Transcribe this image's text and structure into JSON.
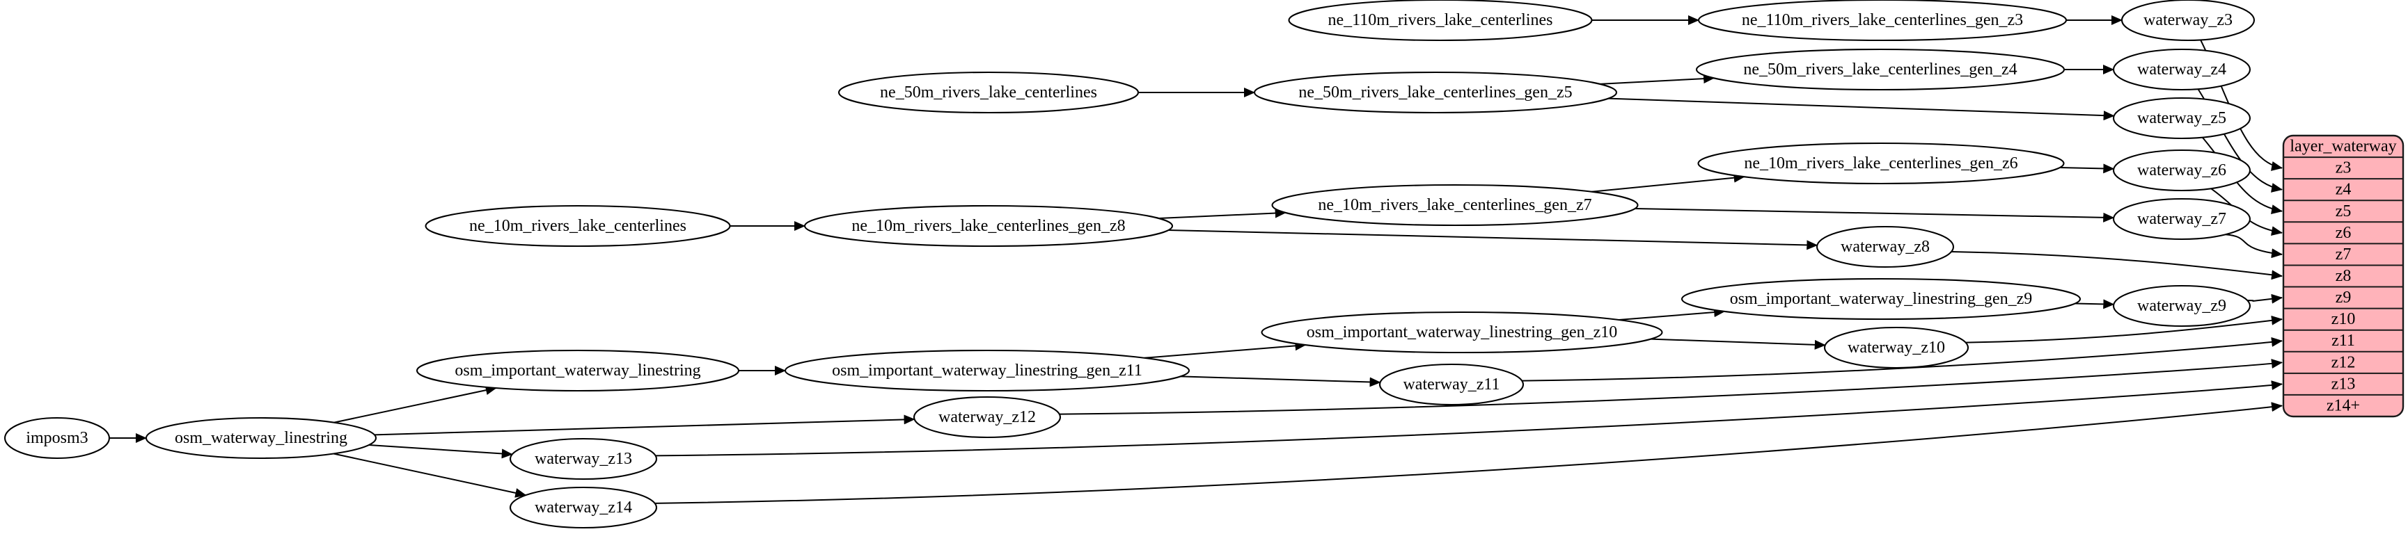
{
  "diagram": {
    "type": "etl-dependency-graph",
    "background": "#ffffff",
    "node_style": {
      "fill": "#ffffff",
      "stroke": "#000000"
    },
    "record": {
      "title": "layer_waterway",
      "rows": [
        "z3",
        "z4",
        "z5",
        "z6",
        "z7",
        "z8",
        "z9",
        "z10",
        "z11",
        "z12",
        "z13",
        "z14+"
      ],
      "fill": "#ffb3ba",
      "stroke": "#1a1a1a"
    },
    "nodes": [
      {
        "id": "imposm3",
        "label": "imposm3"
      },
      {
        "id": "osm_waterway_linestring",
        "label": "osm_waterway_linestring"
      },
      {
        "id": "osm_important_waterway_linestring",
        "label": "osm_important_waterway_linestring"
      },
      {
        "id": "osm_important_waterway_linestring_gen_z11",
        "label": "osm_important_waterway_linestring_gen_z11"
      },
      {
        "id": "osm_important_waterway_linestring_gen_z10",
        "label": "osm_important_waterway_linestring_gen_z10"
      },
      {
        "id": "osm_important_waterway_linestring_gen_z9",
        "label": "osm_important_waterway_linestring_gen_z9"
      },
      {
        "id": "waterway_z9",
        "label": "waterway_z9"
      },
      {
        "id": "waterway_z10",
        "label": "waterway_z10"
      },
      {
        "id": "waterway_z11",
        "label": "waterway_z11"
      },
      {
        "id": "waterway_z12",
        "label": "waterway_z12"
      },
      {
        "id": "waterway_z13",
        "label": "waterway_z13"
      },
      {
        "id": "waterway_z14",
        "label": "waterway_z14"
      },
      {
        "id": "ne_10m_rivers_lake_centerlines",
        "label": "ne_10m_rivers_lake_centerlines"
      },
      {
        "id": "ne_10m_rivers_lake_centerlines_gen_z8",
        "label": "ne_10m_rivers_lake_centerlines_gen_z8"
      },
      {
        "id": "ne_10m_rivers_lake_centerlines_gen_z7",
        "label": "ne_10m_rivers_lake_centerlines_gen_z7"
      },
      {
        "id": "ne_10m_rivers_lake_centerlines_gen_z6",
        "label": "ne_10m_rivers_lake_centerlines_gen_z6"
      },
      {
        "id": "waterway_z6",
        "label": "waterway_z6"
      },
      {
        "id": "waterway_z7",
        "label": "waterway_z7"
      },
      {
        "id": "waterway_z8",
        "label": "waterway_z8"
      },
      {
        "id": "ne_50m_rivers_lake_centerlines",
        "label": "ne_50m_rivers_lake_centerlines"
      },
      {
        "id": "ne_50m_rivers_lake_centerlines_gen_z5",
        "label": "ne_50m_rivers_lake_centerlines_gen_z5"
      },
      {
        "id": "ne_50m_rivers_lake_centerlines_gen_z4",
        "label": "ne_50m_rivers_lake_centerlines_gen_z4"
      },
      {
        "id": "waterway_z4",
        "label": "waterway_z4"
      },
      {
        "id": "waterway_z5",
        "label": "waterway_z5"
      },
      {
        "id": "ne_110m_rivers_lake_centerlines",
        "label": "ne_110m_rivers_lake_centerlines"
      },
      {
        "id": "ne_110m_rivers_lake_centerlines_gen_z3",
        "label": "ne_110m_rivers_lake_centerlines_gen_z3"
      },
      {
        "id": "waterway_z3",
        "label": "waterway_z3"
      }
    ],
    "edges": [
      {
        "from": "ne_110m_rivers_lake_centerlines",
        "to": "ne_110m_rivers_lake_centerlines_gen_z3"
      },
      {
        "from": "ne_110m_rivers_lake_centerlines_gen_z3",
        "to": "waterway_z3"
      },
      {
        "from": "waterway_z3",
        "to": "layer_waterway.z3"
      },
      {
        "from": "ne_50m_rivers_lake_centerlines",
        "to": "ne_50m_rivers_lake_centerlines_gen_z5"
      },
      {
        "from": "ne_50m_rivers_lake_centerlines_gen_z5",
        "to": "ne_50m_rivers_lake_centerlines_gen_z4"
      },
      {
        "from": "ne_50m_rivers_lake_centerlines_gen_z4",
        "to": "waterway_z4"
      },
      {
        "from": "ne_50m_rivers_lake_centerlines_gen_z5",
        "to": "waterway_z5"
      },
      {
        "from": "waterway_z4",
        "to": "layer_waterway.z4"
      },
      {
        "from": "waterway_z5",
        "to": "layer_waterway.z5"
      },
      {
        "from": "ne_10m_rivers_lake_centerlines",
        "to": "ne_10m_rivers_lake_centerlines_gen_z8"
      },
      {
        "from": "ne_10m_rivers_lake_centerlines_gen_z8",
        "to": "ne_10m_rivers_lake_centerlines_gen_z7"
      },
      {
        "from": "ne_10m_rivers_lake_centerlines_gen_z7",
        "to": "ne_10m_rivers_lake_centerlines_gen_z6"
      },
      {
        "from": "ne_10m_rivers_lake_centerlines_gen_z6",
        "to": "waterway_z6"
      },
      {
        "from": "ne_10m_rivers_lake_centerlines_gen_z7",
        "to": "waterway_z7"
      },
      {
        "from": "ne_10m_rivers_lake_centerlines_gen_z8",
        "to": "waterway_z8"
      },
      {
        "from": "waterway_z6",
        "to": "layer_waterway.z6"
      },
      {
        "from": "waterway_z7",
        "to": "layer_waterway.z7"
      },
      {
        "from": "waterway_z8",
        "to": "layer_waterway.z8"
      },
      {
        "from": "imposm3",
        "to": "osm_waterway_linestring"
      },
      {
        "from": "osm_waterway_linestring",
        "to": "osm_important_waterway_linestring"
      },
      {
        "from": "osm_important_waterway_linestring",
        "to": "osm_important_waterway_linestring_gen_z11"
      },
      {
        "from": "osm_important_waterway_linestring_gen_z11",
        "to": "osm_important_waterway_linestring_gen_z10"
      },
      {
        "from": "osm_important_waterway_linestring_gen_z10",
        "to": "osm_important_waterway_linestring_gen_z9"
      },
      {
        "from": "osm_important_waterway_linestring_gen_z9",
        "to": "waterway_z9"
      },
      {
        "from": "osm_important_waterway_linestring_gen_z10",
        "to": "waterway_z10"
      },
      {
        "from": "osm_important_waterway_linestring_gen_z11",
        "to": "waterway_z11"
      },
      {
        "from": "waterway_z9",
        "to": "layer_waterway.z9"
      },
      {
        "from": "waterway_z10",
        "to": "layer_waterway.z10"
      },
      {
        "from": "waterway_z11",
        "to": "layer_waterway.z11"
      },
      {
        "from": "osm_waterway_linestring",
        "to": "waterway_z12"
      },
      {
        "from": "osm_waterway_linestring",
        "to": "waterway_z13"
      },
      {
        "from": "osm_waterway_linestring",
        "to": "waterway_z14"
      },
      {
        "from": "waterway_z12",
        "to": "layer_waterway.z12"
      },
      {
        "from": "waterway_z13",
        "to": "layer_waterway.z13"
      },
      {
        "from": "waterway_z14",
        "to": "layer_waterway.z14+"
      }
    ]
  }
}
